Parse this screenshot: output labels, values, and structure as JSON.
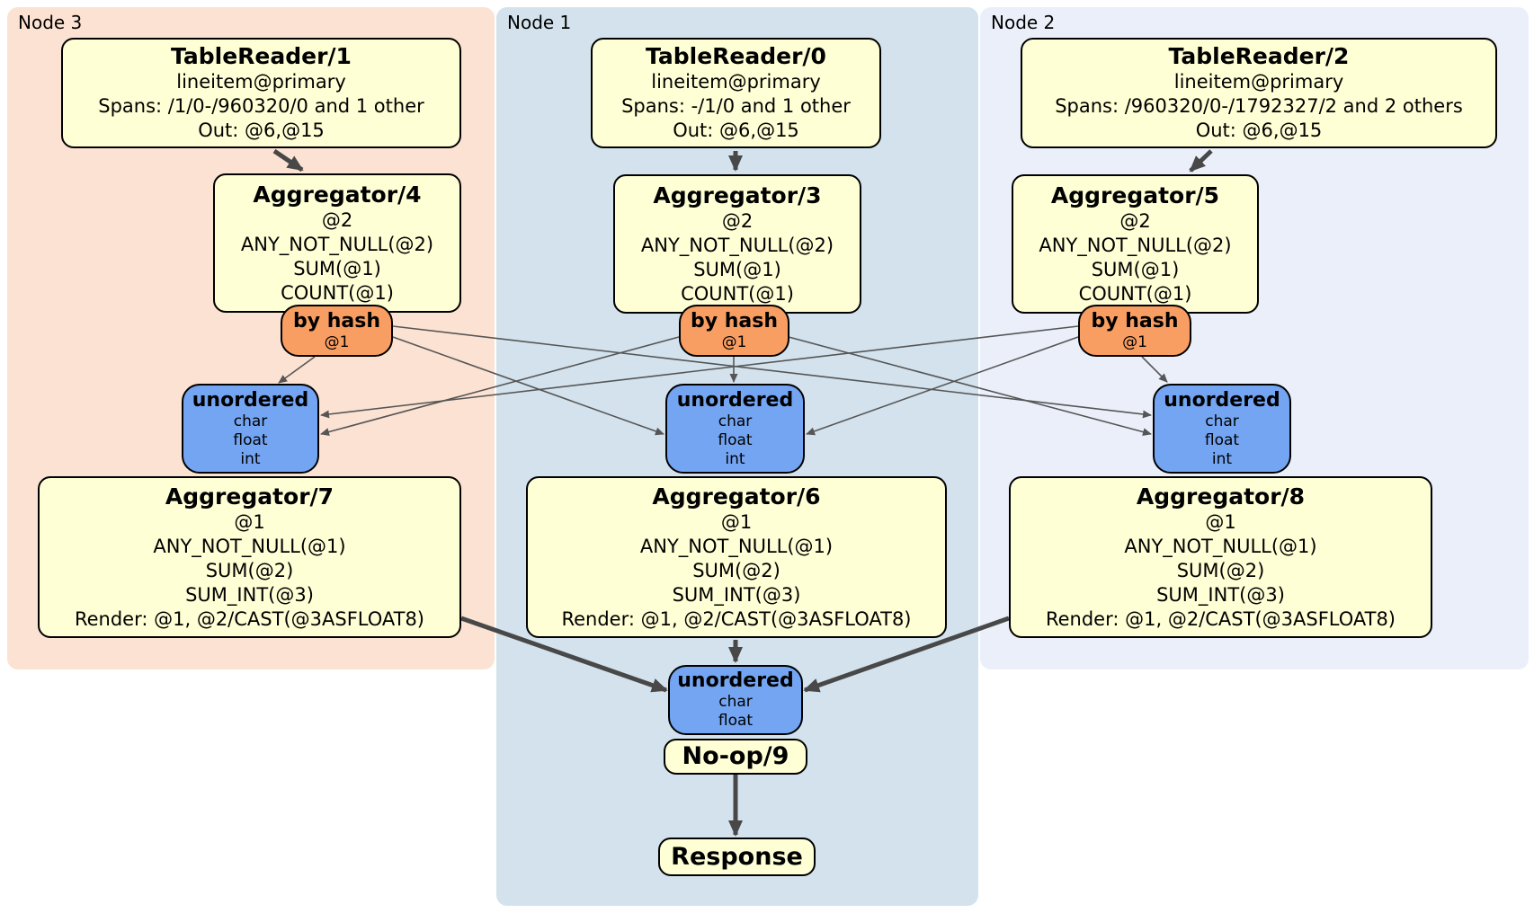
{
  "diagram": {
    "nodes": [
      {
        "label": "Node 3"
      },
      {
        "label": "Node 1"
      },
      {
        "label": "Node 2"
      }
    ],
    "processors": {
      "tr1": {
        "title": "TableReader/1",
        "lines": [
          "lineitem@primary",
          "Spans: /1/0-/960320/0 and 1 other",
          "Out: @6,@15"
        ]
      },
      "tr0": {
        "title": "TableReader/0",
        "lines": [
          "lineitem@primary",
          "Spans: -/1/0 and 1 other",
          "Out: @6,@15"
        ]
      },
      "tr2": {
        "title": "TableReader/2",
        "lines": [
          "lineitem@primary",
          "Spans: /960320/0-/1792327/2 and 2 others",
          "Out: @6,@15"
        ]
      },
      "agg4": {
        "title": "Aggregator/4",
        "lines": [
          "@2",
          "ANY_NOT_NULL(@2)",
          "SUM(@1)",
          "COUNT(@1)"
        ]
      },
      "agg3": {
        "title": "Aggregator/3",
        "lines": [
          "@2",
          "ANY_NOT_NULL(@2)",
          "SUM(@1)",
          "COUNT(@1)"
        ]
      },
      "agg5": {
        "title": "Aggregator/5",
        "lines": [
          "@2",
          "ANY_NOT_NULL(@2)",
          "SUM(@1)",
          "COUNT(@1)"
        ]
      },
      "agg7": {
        "title": "Aggregator/7",
        "lines": [
          "@1",
          "ANY_NOT_NULL(@1)",
          "SUM(@2)",
          "SUM_INT(@3)",
          "Render: @1, @2/CAST(@3ASFLOAT8)"
        ]
      },
      "agg6": {
        "title": "Aggregator/6",
        "lines": [
          "@1",
          "ANY_NOT_NULL(@1)",
          "SUM(@2)",
          "SUM_INT(@3)",
          "Render: @1, @2/CAST(@3ASFLOAT8)"
        ]
      },
      "agg8": {
        "title": "Aggregator/8",
        "lines": [
          "@1",
          "ANY_NOT_NULL(@1)",
          "SUM(@2)",
          "SUM_INT(@3)",
          "Render: @1, @2/CAST(@3ASFLOAT8)"
        ]
      },
      "noop": {
        "title": "No-op/9"
      },
      "response": {
        "title": "Response"
      }
    },
    "routers": {
      "byhash3": {
        "title": "by hash",
        "lines": [
          "@1"
        ]
      },
      "byhash1": {
        "title": "by hash",
        "lines": [
          "@1"
        ]
      },
      "byhash2": {
        "title": "by hash",
        "lines": [
          "@1"
        ]
      }
    },
    "syncs": {
      "unord3": {
        "title": "unordered",
        "lines": [
          "char",
          "float",
          "int"
        ]
      },
      "unord1": {
        "title": "unordered",
        "lines": [
          "char",
          "float",
          "int"
        ]
      },
      "unord2": {
        "title": "unordered",
        "lines": [
          "char",
          "float",
          "int"
        ]
      },
      "unordFinal": {
        "title": "unordered",
        "lines": [
          "char",
          "float"
        ]
      }
    },
    "colors": {
      "node3_bg": "#fce2d3",
      "node1_bg": "#d3e2ed",
      "node2_bg": "#eaeffa",
      "processor_bg": "#ffffd6",
      "router_bg": "#f99e62",
      "sync_bg": "#74a5f2",
      "thick_edge": "#484848",
      "thin_edge": "#565656"
    }
  }
}
